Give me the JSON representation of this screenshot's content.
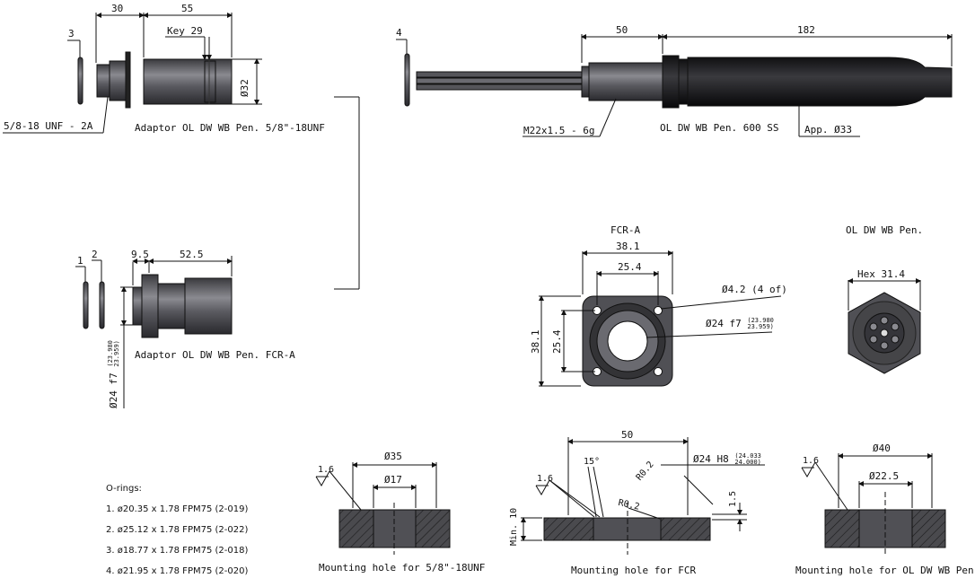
{
  "dimensions": {
    "adaptor_unf_len_a": "30",
    "adaptor_unf_len_b": "55",
    "adaptor_unf_key": "Key 29",
    "adaptor_unf_dia": "Ø32",
    "adaptor_unf_thread": "5/8-18 UNF - 2A",
    "oring_callout_3": "3",
    "oring_callout_4": "4",
    "oring_callout_1": "1",
    "oring_callout_2": "2",
    "probe_len_a": "50",
    "probe_len_b": "182",
    "probe_thread": "M22x1.5 - 6g",
    "probe_dia": "App. Ø33",
    "adaptor_fcr_len_a": "9.5",
    "adaptor_fcr_len_b": "52.5",
    "adaptor_fcr_dia": "Ø24 f7",
    "adaptor_fcr_tol_hi": "23.980",
    "adaptor_fcr_tol_lo": "23.959",
    "fcr_outer": "38.1",
    "fcr_inner": "25.4",
    "fcr_outer_v": "38.1",
    "fcr_inner_v": "25.4",
    "fcr_holes": "Ø4.2 (4 of)",
    "fcr_bore": "Ø24 f7",
    "fcr_bore_tol_hi": "23.980",
    "fcr_bore_tol_lo": "23.959",
    "hex": "Hex 31.4",
    "hole_unf_outer": "Ø35",
    "hole_unf_inner": "Ø17",
    "hole_unf_rough": "1.6",
    "hole_fcr_len": "50",
    "hole_fcr_angle": "15°",
    "hole_fcr_r1": "R0.2",
    "hole_fcr_r2": "R0.2",
    "hole_fcr_bore": "Ø24 H8",
    "hole_fcr_bore_tol_hi": "24.033",
    "hole_fcr_bore_tol_lo": "24.000",
    "hole_fcr_depth": "1.5",
    "hole_fcr_min": "Min. 10",
    "hole_fcr_rough": "1.6",
    "hole_ol_outer": "Ø40",
    "hole_ol_inner": "Ø22.5",
    "hole_ol_rough": "1.6"
  },
  "captions": {
    "adaptor_unf": "Adaptor OL DW WB Pen. 5/8\"-18UNF",
    "probe": "OL DW WB Pen. 600 SS",
    "adaptor_fcr": "Adaptor OL DW WB Pen. FCR-A",
    "fcr_title": "FCR-A",
    "ol_title": "OL DW WB Pen.",
    "mount_unf": "Mounting hole for 5/8\"-18UNF",
    "mount_fcr": "Mounting hole for FCR",
    "mount_ol": "Mounting hole for OL DW WB Pen."
  },
  "orings": {
    "title": "O-rings:",
    "items": [
      "1. ø20.35 x 1.78 FPM75 (2-019)",
      "2. ø25.12 x 1.78 FPM75 (2-022)",
      "3. ø18.77 x 1.78 FPM75 (2-018)",
      "4. ø21.95 x 1.78 FPM75 (2-020)"
    ]
  }
}
